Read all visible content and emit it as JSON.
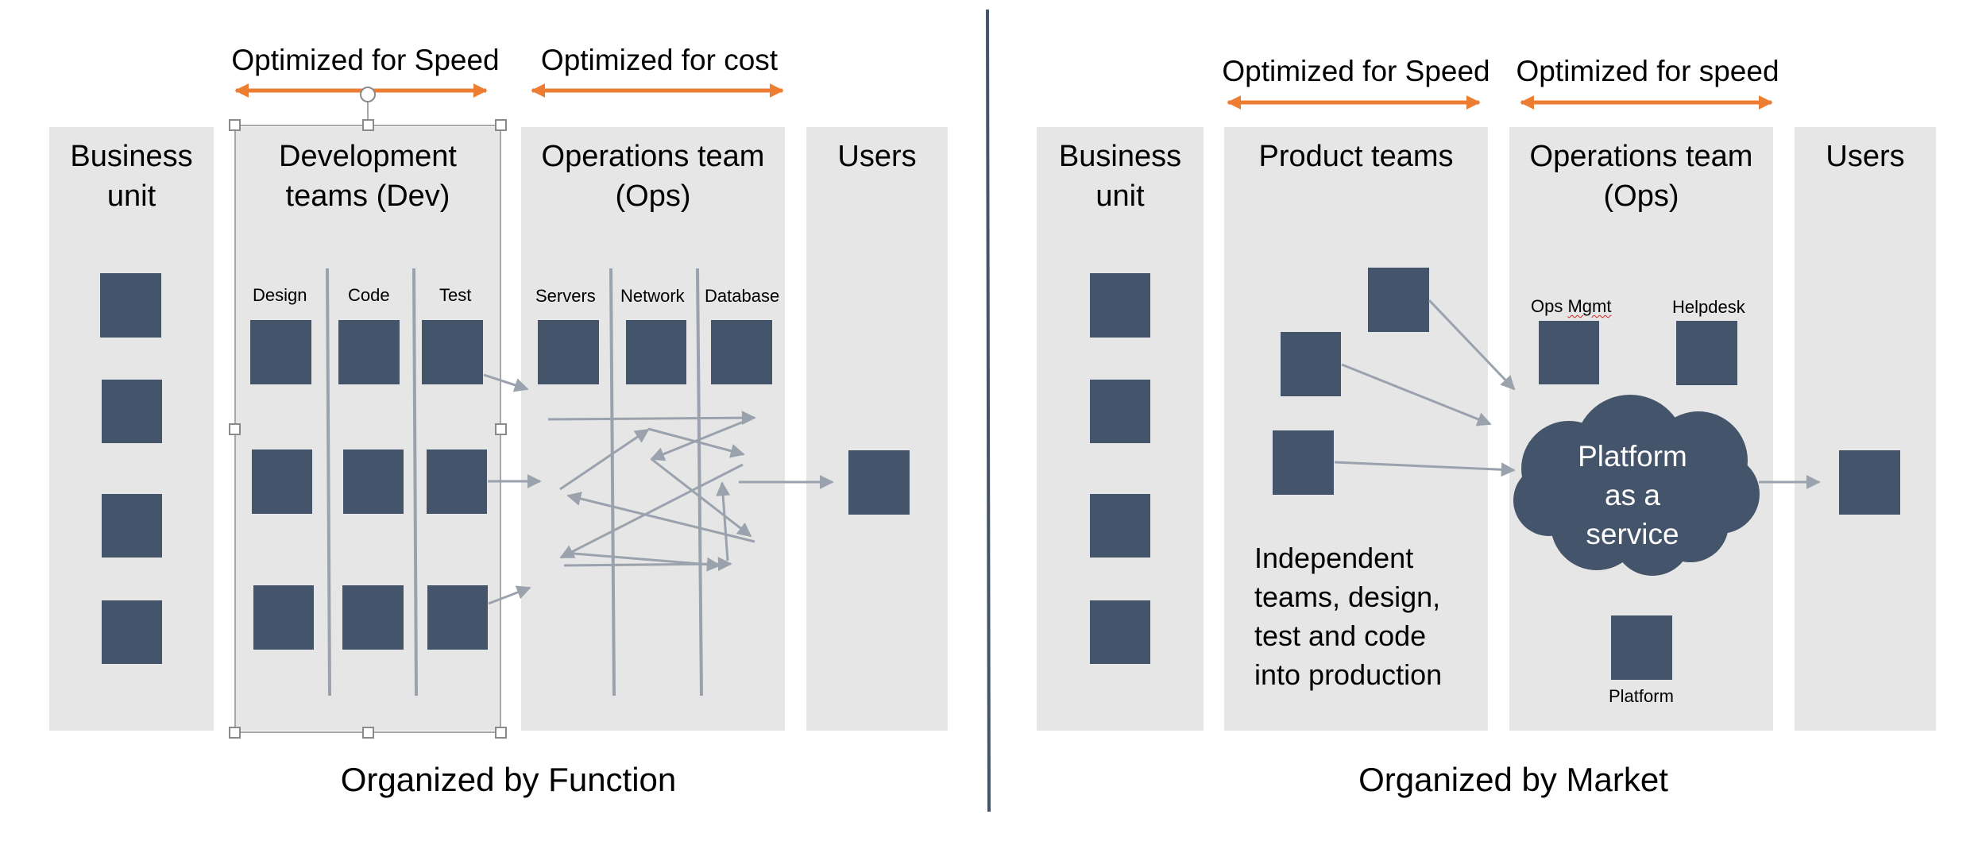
{
  "left": {
    "caption": "Organized by Function",
    "top_labels": {
      "speed": "Optimized for Speed",
      "cost": "Optimized for cost"
    },
    "columns": {
      "business": "Business\nunit",
      "dev": "Development\nteams (Dev)",
      "ops": "Operations team\n(Ops)",
      "users": "Users"
    },
    "sublabels": {
      "design": "Design",
      "code": "Code",
      "test": "Test",
      "servers": "Servers",
      "network": "Network",
      "database": "Database"
    }
  },
  "right": {
    "caption": "Organized by Market",
    "top_labels": {
      "speed1": "Optimized for Speed",
      "speed2": "Optimized for speed"
    },
    "columns": {
      "business": "Business\nunit",
      "product": "Product teams",
      "ops": "Operations team\n(Ops)",
      "users": "Users"
    },
    "sublabels": {
      "ops_mgmt_prefix": "Ops ",
      "ops_mgmt_word": "Mgmt",
      "helpdesk": "Helpdesk",
      "platform": "Platform"
    },
    "cloud": "Platform\nas a\nservice",
    "note": "Independent\nteams, design,\ntest and code\ninto production"
  },
  "colors": {
    "panel": "#e6e6e6",
    "square": "#44546a",
    "orange_arrow": "#ed7d31",
    "gray_arrow": "#9aa2ad",
    "divider": "#44546a"
  }
}
